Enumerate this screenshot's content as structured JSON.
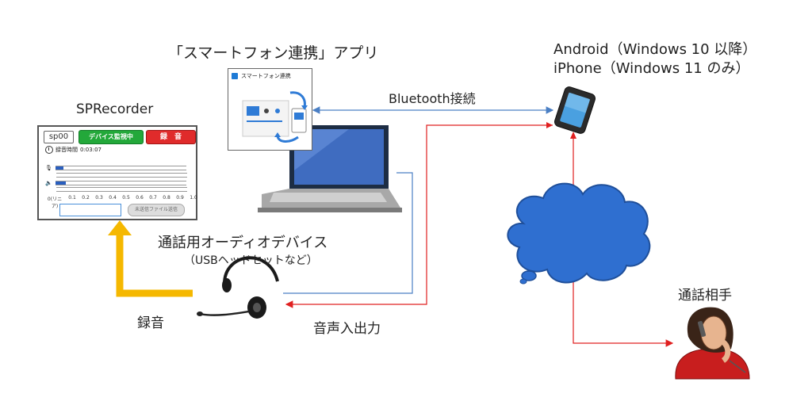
{
  "app_title": "「スマートフォン連携」アプリ",
  "phone_label": {
    "line1": "Android（Windows 10 以降）",
    "line2": "iPhone（Windows 11 のみ）"
  },
  "bluetooth_label": "Bluetooth接続",
  "sprecorder_label": "SPRecorder",
  "audio_device_label": "通話用オーディオデバイス",
  "audio_device_sub": "（USBヘッドセットなど）",
  "record_label": "録音",
  "audio_io_label": "音声入出力",
  "callee_label": "通話相手",
  "sprecorder_panel": {
    "device_id": "sp00",
    "monitor_button": "デバイス監視中",
    "record_button": "録　音",
    "rec_time_label": "録音時間",
    "rec_time_value": "0:03:07",
    "scale_prefix": "0(リニア)",
    "scale": [
      "0.1",
      "0.2",
      "0.3",
      "0.4",
      "0.5",
      "0.6",
      "0.7",
      "0.8",
      "0.9",
      "1.0"
    ],
    "send_button": "未送信ファイル送信"
  },
  "app_window": {
    "title": "スマートフォン連携"
  },
  "colors": {
    "bluetooth_line": "#4a7fc4",
    "audio_line_red": "#e02020",
    "record_arrow": "#f5b800",
    "cloud_fill": "#2f6fd0",
    "cloud_stroke": "#1f4f9a"
  }
}
